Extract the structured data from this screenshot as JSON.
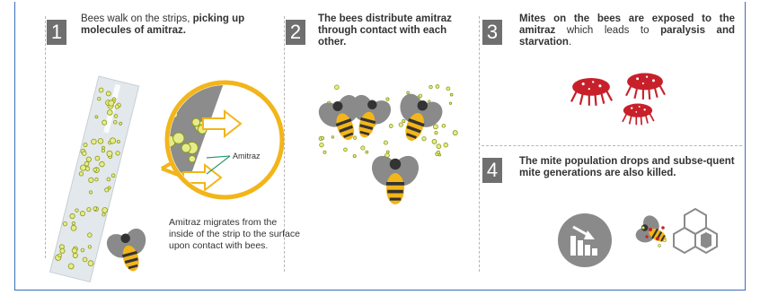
{
  "steps": [
    {
      "number": "1",
      "text_normal": "Bees walk on the strips, ",
      "text_bold": "picking up molecules of amitraz."
    },
    {
      "number": "2",
      "text_bold": "The bees distribute amitraz through contact with each other."
    },
    {
      "number": "3",
      "text_bold_1": "Mites on the bees are exposed to the amitraz",
      "text_normal": " which leads to ",
      "text_bold_2": "paralysis and starvation",
      "text_end": "."
    },
    {
      "number": "4",
      "text_bold": "The mite population drops and subse-quent mite generations are also killed."
    }
  ],
  "zoom_label": "Amitraz",
  "migration_text": "Amitraz migrates from the inside of the strip to the surface upon contact with bees.",
  "colors": {
    "accent_yellow": "#f2b51a",
    "bee_gray": "#8a8a8a",
    "mite_red": "#c8202a",
    "frame_blue": "#3a6db5",
    "dot_fill": "#e6ec8a"
  },
  "icons": [
    "strip",
    "magnifier",
    "bee",
    "mite",
    "chart-down-icon",
    "honeycomb-icon"
  ]
}
